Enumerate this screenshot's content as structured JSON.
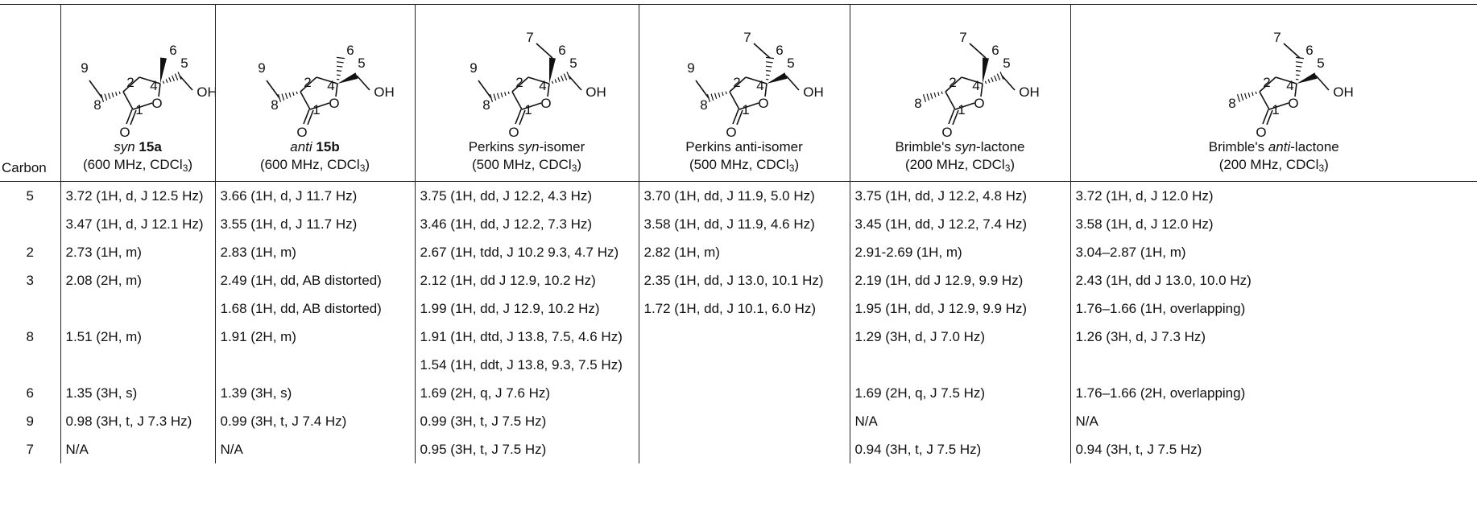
{
  "columns": [
    {
      "key": "carbon",
      "label": "Carbon"
    },
    {
      "key": "syn15a",
      "pre": "",
      "ital": "syn",
      "bold": "15a",
      "post": "",
      "conditions": "(600 MHz, CDCl",
      "sub": "3",
      "close": ")"
    },
    {
      "key": "anti15b",
      "pre": "",
      "ital": "anti",
      "bold": "15b",
      "post": "",
      "conditions": "(600 MHz, CDCl",
      "sub": "3",
      "close": ")"
    },
    {
      "key": "perkins_syn",
      "pre": "Perkins ",
      "ital": "syn",
      "bold": "",
      "post": "-isomer",
      "conditions": "(500 MHz, CDCl",
      "sub": "3",
      "close": ")"
    },
    {
      "key": "perkins_anti",
      "pre": "Perkins anti-isomer",
      "ital": "",
      "bold": "",
      "post": "",
      "conditions": "(500 MHz, CDCl",
      "sub": "3",
      "close": ")"
    },
    {
      "key": "brimble_syn",
      "pre": "Brimble's ",
      "ital": "syn",
      "bold": "",
      "post": "-lactone",
      "conditions": "(200 MHz, CDCl",
      "sub": "3",
      "close": ")"
    },
    {
      "key": "brimble_anti",
      "pre": "Brimble's ",
      "ital": "anti",
      "bold": "",
      "post": "-lactone",
      "conditions": "(200 MHz, CDCl",
      "sub": "3",
      "close": ")"
    }
  ],
  "structure_labels": {
    "c9": "9",
    "c8": "8",
    "c2": "2",
    "c4": "4",
    "c6": "6",
    "c5": "5",
    "c1": "1",
    "c7": "7",
    "oh": "OH",
    "o_ring": "O",
    "o_carbonyl": "O"
  },
  "rows": [
    {
      "carbon": "5",
      "cells": [
        "3.72 (1H, d, J 12.5 Hz)",
        "3.66 (1H, d, J 11.7 Hz)",
        "3.75 (1H, dd, J 12.2, 4.3 Hz)",
        "3.70 (1H, dd, J 11.9, 5.0 Hz)",
        "3.75 (1H, dd, J 12.2, 4.8 Hz)",
        "3.72 (1H, d, J 12.0 Hz)"
      ]
    },
    {
      "carbon": "",
      "cells": [
        "3.47 (1H, d, J 12.1 Hz)",
        "3.55 (1H, d, J 11.7 Hz)",
        "3.46 (1H, dd, J 12.2, 7.3 Hz)",
        "3.58 (1H, dd, J 11.9, 4.6 Hz)",
        "3.45 (1H, dd, J 12.2, 7.4 Hz)",
        "3.58 (1H, d, J 12.0 Hz)"
      ]
    },
    {
      "carbon": "2",
      "cells": [
        "2.73 (1H, m)",
        "2.83 (1H, m)",
        "2.67 (1H, tdd, J 10.2 9.3, 4.7 Hz)",
        "2.82 (1H, m)",
        "2.91-2.69 (1H, m)",
        "3.04–2.87 (1H, m)"
      ]
    },
    {
      "carbon": "3",
      "cells": [
        "2.08 (2H, m)",
        "2.49 (1H, dd, AB distorted)",
        "2.12 (1H, dd J 12.9, 10.2 Hz)",
        "2.35 (1H, dd, J 13.0, 10.1 Hz)",
        "2.19 (1H, dd J 12.9, 9.9 Hz)",
        "2.43 (1H, dd J 13.0, 10.0 Hz)"
      ]
    },
    {
      "carbon": "",
      "cells": [
        "",
        "1.68 (1H, dd, AB distorted)",
        "1.99 (1H, dd, J 12.9, 10.2 Hz)",
        "1.72 (1H, dd, J 10.1, 6.0 Hz)",
        "1.95 (1H, dd, J 12.9, 9.9 Hz)",
        "1.76–1.66 (1H, overlapping)"
      ]
    },
    {
      "carbon": "8",
      "cells": [
        "1.51 (2H, m)",
        "1.91 (2H, m)",
        "1.91 (1H, dtd, J 13.8, 7.5, 4.6 Hz)",
        "",
        "1.29 (3H, d, J 7.0 Hz)",
        "1.26 (3H, d, J 7.3 Hz)"
      ]
    },
    {
      "carbon": "",
      "cells": [
        "",
        "",
        "1.54 (1H, ddt, J 13.8, 9.3, 7.5 Hz)",
        "",
        "",
        ""
      ]
    },
    {
      "carbon": "6",
      "cells": [
        "1.35 (3H, s)",
        "1.39 (3H, s)",
        "1.69 (2H, q, J 7.6 Hz)",
        "",
        "1.69 (2H, q, J 7.5 Hz)",
        "1.76–1.66 (2H, overlapping)"
      ]
    },
    {
      "carbon": "9",
      "cells": [
        "0.98 (3H, t, J 7.3 Hz)",
        "0.99 (3H, t, J 7.4 Hz)",
        "0.99 (3H, t, J 7.5 Hz)",
        "",
        "N/A",
        "N/A"
      ]
    },
    {
      "carbon": "7",
      "cells": [
        "N/A",
        "N/A",
        "0.95 (3H, t, J 7.5 Hz)",
        "",
        "0.94 (3H, t, J 7.5 Hz)",
        "0.94 (3H, t, J 7.5 Hz)"
      ]
    }
  ]
}
